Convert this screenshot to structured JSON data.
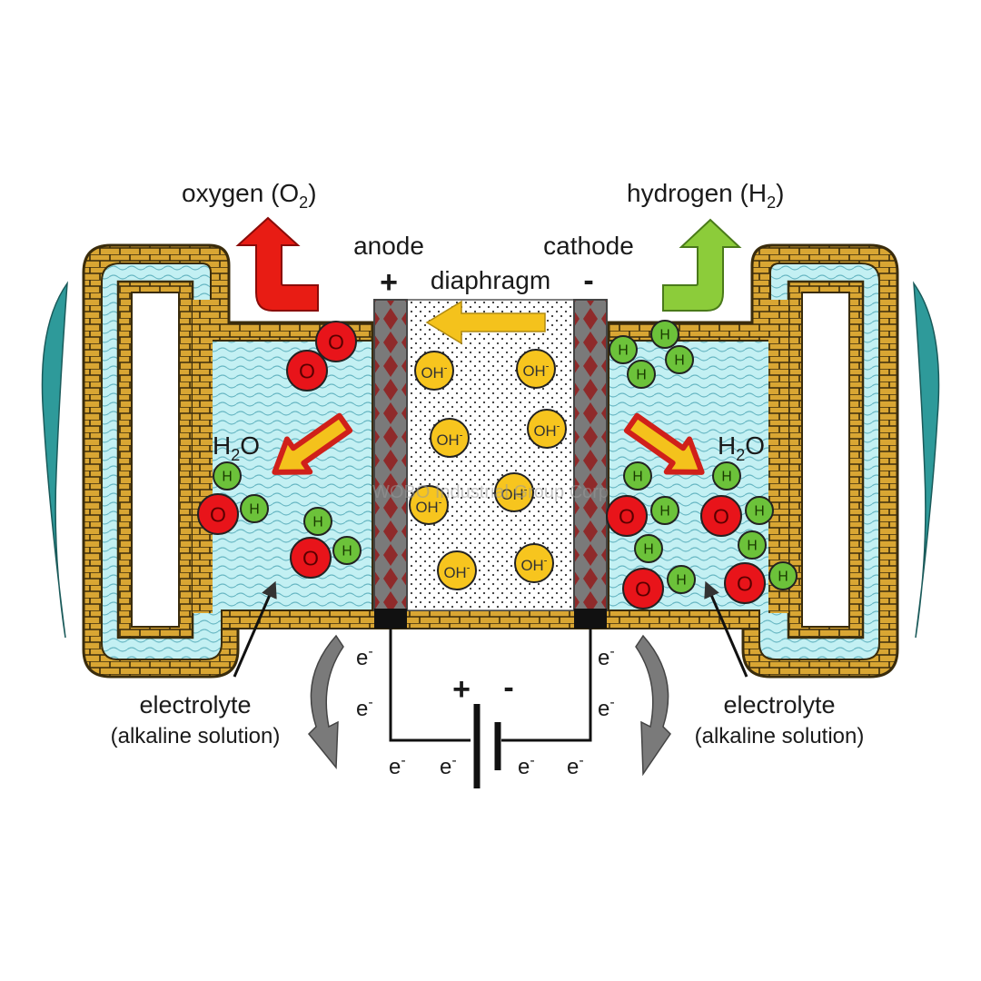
{
  "labels": {
    "oxygen": "oxygen (O",
    "oxygen_sub": "2",
    "oxygen_close": ")",
    "hydrogen": "hydrogen (H",
    "hydrogen_sub": "2",
    "hydrogen_close": ")",
    "anode": "anode",
    "cathode": "cathode",
    "plus": "+",
    "minus": "-",
    "diaphragm": "diaphragm",
    "h2o_main": "H",
    "h2o_sub": "2",
    "h2o_end": "O",
    "electrolyte": "electrolyte",
    "alkaline": "(alkaline solution)",
    "electron": "e",
    "electron_sup": "-",
    "battery_plus": "+",
    "battery_minus": "-",
    "hydroxide": "OH",
    "hydroxide_sup": "-",
    "atom_h": "H",
    "atom_o": "O",
    "watermark": "WOBO Industrial Group Corp"
  },
  "colors": {
    "electrolyte": "#bfeff2",
    "wall": "#d8a531",
    "oxygen_atom": "#e8141a",
    "hydrogen_atom": "#6cc23a",
    "hydroxide_ion": "#f7c51e",
    "electrode": "#8f2a2a",
    "oxygen_arrow": "#e81c14",
    "hydrogen_arrow": "#8ccc3a",
    "flow_arrow": "#f4c21c",
    "circulation": "#2a9a9a",
    "electron_arrow": "#777777"
  }
}
